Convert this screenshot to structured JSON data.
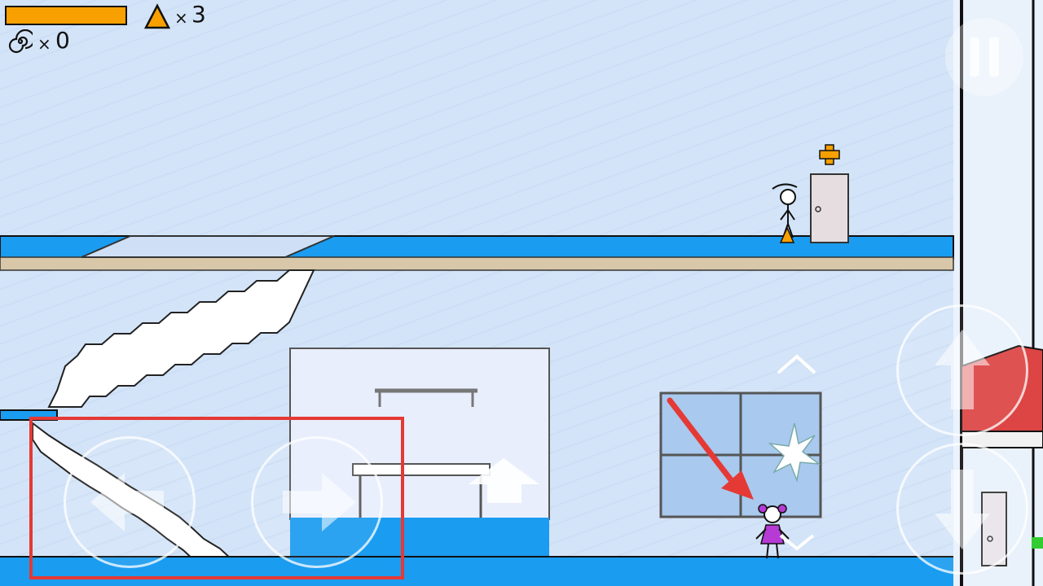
{
  "hud": {
    "health_fraction": 1.0,
    "health_color": "#f7a000",
    "lives_icon": "cone-icon",
    "lives_count": "3",
    "spiral_icon": "spiral-icon",
    "spiral_count": "0",
    "multiplier": "×"
  },
  "controls": {
    "pause_icon": "pause-icon",
    "left_icon": "arrow-left-icon",
    "right_icon": "arrow-right-icon",
    "jump_icon": "arrow-up-icon",
    "crouch_icon": "arrow-down-icon"
  },
  "scene": {
    "floor_color": "#1a9cf0",
    "wall_color": "#cfe0f6",
    "highlight_color": "#e53935",
    "arrow_color": "#e53935",
    "door_sign_icon": "plus-icon",
    "door_sign_color": "#f7a000"
  },
  "characters": {
    "player_icon": "stickman-icon",
    "girl_icon": "stick-girl-icon",
    "girl_color": "#b63ad6"
  }
}
